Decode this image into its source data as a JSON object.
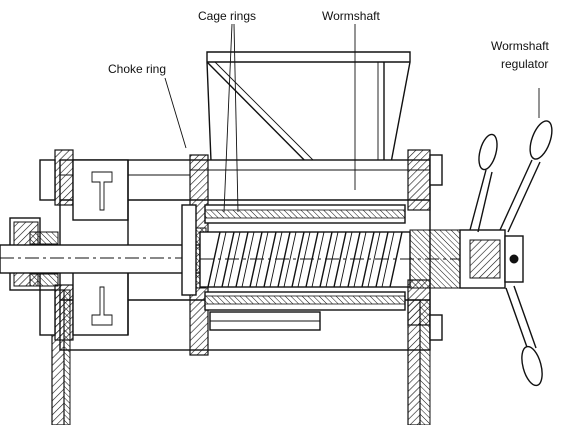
{
  "labels": {
    "cage_rings": "Cage rings",
    "wormshaft": "Wormshaft",
    "choke_ring": "Choke ring",
    "wormshaft_regulator_line1": "Wormshaft",
    "wormshaft_regulator_line2": "regulator"
  },
  "colors": {
    "ink": "#111111",
    "paper": "#ffffff"
  }
}
